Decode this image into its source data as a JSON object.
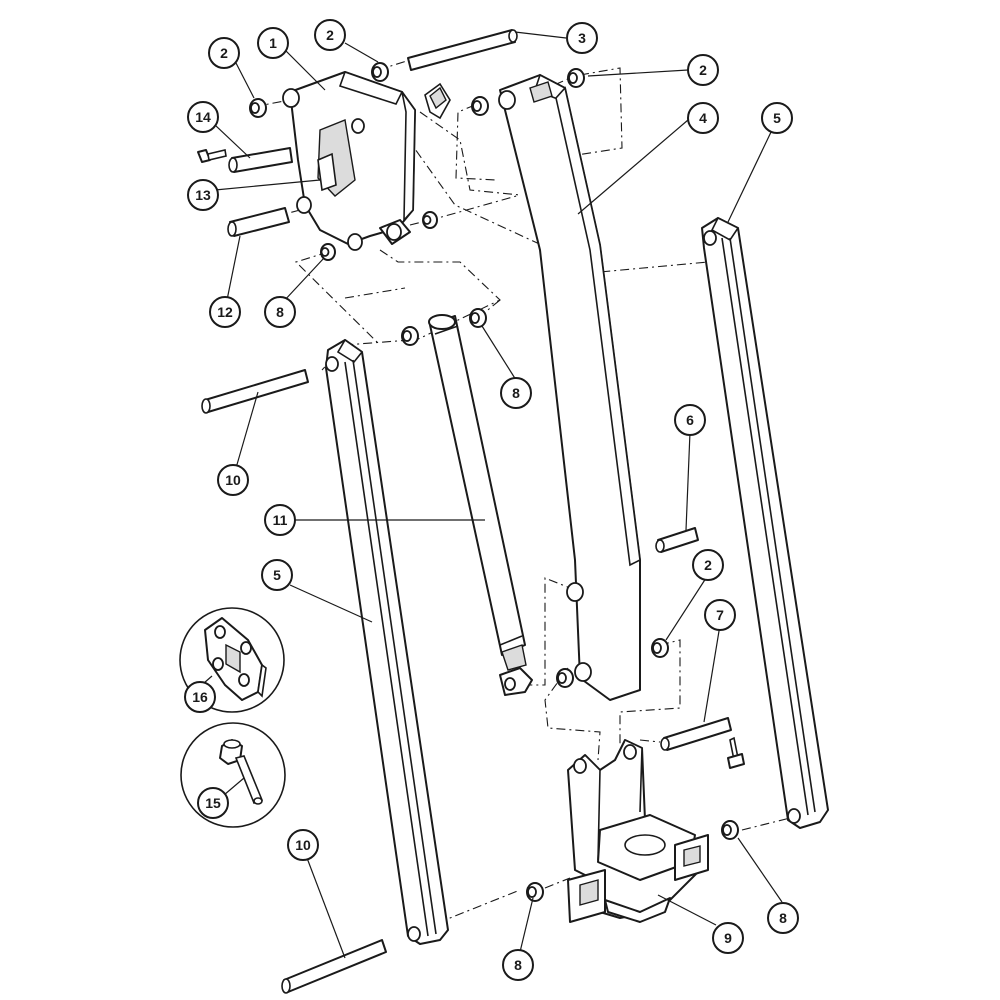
{
  "diagram": {
    "callouts": [
      {
        "id": "c1",
        "label": "1"
      },
      {
        "id": "c2a",
        "label": "2"
      },
      {
        "id": "c2b",
        "label": "2"
      },
      {
        "id": "c2c",
        "label": "2"
      },
      {
        "id": "c2d",
        "label": "2"
      },
      {
        "id": "c3",
        "label": "3"
      },
      {
        "id": "c4",
        "label": "4"
      },
      {
        "id": "c5a",
        "label": "5"
      },
      {
        "id": "c5b",
        "label": "5"
      },
      {
        "id": "c6",
        "label": "6"
      },
      {
        "id": "c7",
        "label": "7"
      },
      {
        "id": "c8a",
        "label": "8"
      },
      {
        "id": "c8b",
        "label": "8"
      },
      {
        "id": "c8c",
        "label": "8"
      },
      {
        "id": "c8d",
        "label": "8"
      },
      {
        "id": "c9",
        "label": "9"
      },
      {
        "id": "c10a",
        "label": "10"
      },
      {
        "id": "c10b",
        "label": "10"
      },
      {
        "id": "c11",
        "label": "11"
      },
      {
        "id": "c12",
        "label": "12"
      },
      {
        "id": "c13",
        "label": "13"
      },
      {
        "id": "c14",
        "label": "14"
      },
      {
        "id": "c15",
        "label": "15"
      },
      {
        "id": "c16",
        "label": "16"
      }
    ]
  }
}
